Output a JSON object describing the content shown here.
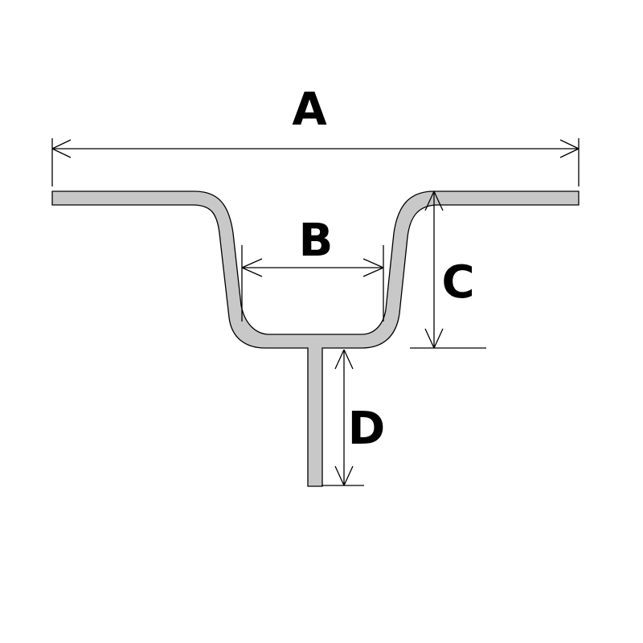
{
  "labels": {
    "a": "A",
    "b": "B",
    "c": "C",
    "d": "D"
  },
  "colors": {
    "profile_fill": "#c8c8c8",
    "outline": "#000000"
  }
}
